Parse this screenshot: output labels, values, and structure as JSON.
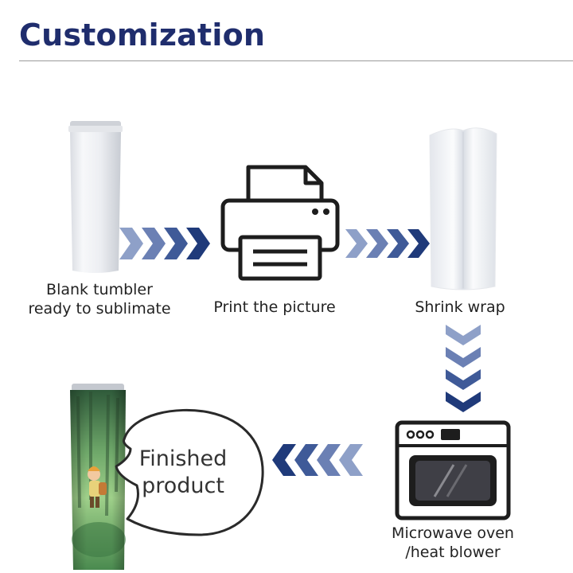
{
  "title": "Customization",
  "steps": [
    {
      "label_line1": "Blank tumbler",
      "label_line2": "ready to sublimate",
      "icon": "blank-tumbler"
    },
    {
      "label_line1": "Print the picture",
      "icon": "printer-icon"
    },
    {
      "label_line1": "Shrink wrap",
      "icon": "shrink-wrap-sleeve"
    },
    {
      "label_line1": "Microwave oven",
      "label_line2": "/heat blower",
      "icon": "microwave-oven-icon"
    }
  ],
  "finished": {
    "line1": "Finished",
    "line2": "product"
  },
  "colors": {
    "title": "#1f2d6d",
    "arrow_dark": "#1f3a7a",
    "arrow_light": "#8ea0c8"
  }
}
